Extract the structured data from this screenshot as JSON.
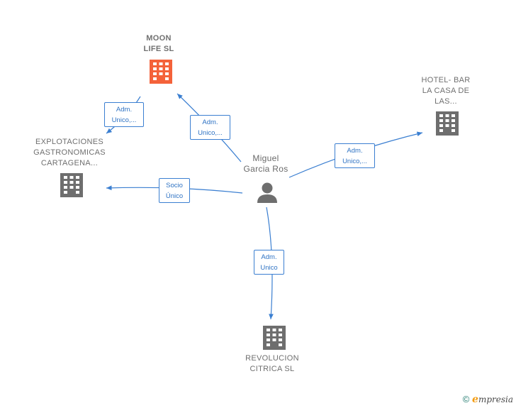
{
  "nodes": {
    "moon_life": {
      "label_lines": [
        "MOON",
        "LIFE  SL"
      ],
      "color": "#f4623a"
    },
    "explotaciones": {
      "label_lines": [
        "EXPLOTACIONES",
        "GASTRONOMICAS",
        "CARTAGENA..."
      ],
      "color": "#6e6e6e"
    },
    "hotel_bar": {
      "label_lines": [
        "HOTEL- BAR",
        "LA CASA DE",
        "LAS..."
      ],
      "color": "#6e6e6e"
    },
    "revolucion": {
      "label_lines": [
        "REVOLUCION",
        "CITRICA  SL"
      ],
      "color": "#6e6e6e"
    },
    "person": {
      "label_lines": [
        "Miguel",
        "Garcia Ros"
      ],
      "color": "#6e6e6e"
    }
  },
  "edges": {
    "to_explotaciones_adm": {
      "lines": [
        "Adm.",
        "Unico,..."
      ]
    },
    "to_moon_life": {
      "lines": [
        "Adm.",
        "Unico,..."
      ]
    },
    "to_hotel_bar": {
      "lines": [
        "Adm.",
        "Unico,..."
      ]
    },
    "to_explotaciones_socio": {
      "lines": [
        "Socio",
        "Único"
      ]
    },
    "to_revolucion": {
      "lines": [
        "Adm.",
        "Unico"
      ]
    }
  },
  "edge_color": "#3b7fd1",
  "footer": {
    "copyright": "©",
    "brand_initial": "e",
    "brand_rest": "mpresia"
  }
}
